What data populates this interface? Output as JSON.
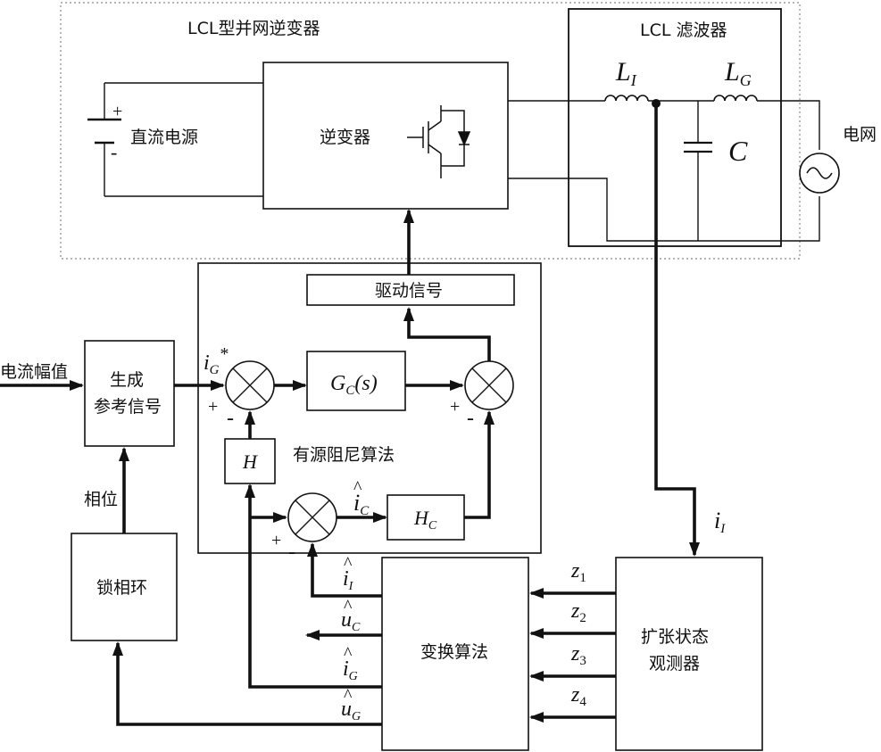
{
  "inverter_region": {
    "title": "LCL型并网逆变器"
  },
  "filter": {
    "title": "LCL 滤波器",
    "inductor_1": "L",
    "inductor_1_sub": "I",
    "inductor_2": "L",
    "inductor_2_sub": "G",
    "capacitor": "C"
  },
  "dc_source": {
    "label": "直流电源",
    "plus": "+",
    "minus": "-"
  },
  "inverter": {
    "label": "逆变器"
  },
  "grid": {
    "label": "电网"
  },
  "drive": {
    "label": "驱动信号"
  },
  "damping": {
    "title": "有源阻尼算法",
    "gc_main": "G",
    "gc_sub": "C",
    "gc_arg": "(s)",
    "h_label": "H",
    "hc_main": "H",
    "hc_sub": "C"
  },
  "reference": {
    "line1": "生成",
    "line2": "参考信号",
    "input_label": "电流幅值"
  },
  "pll": {
    "label": "锁相环",
    "phase_label": "相位"
  },
  "transform": {
    "label": "变换算法"
  },
  "observer": {
    "line1": "扩张状态",
    "line2": "观测器"
  },
  "signals": {
    "ig_ref_main": "i",
    "ig_ref_sub": "G",
    "ig_ref_sup": "*",
    "ii_main": "i",
    "ii_sub": "I",
    "ic_main": "i",
    "ic_sub": "C",
    "t_ii_main": "i",
    "t_ii_sub": "I",
    "t_uc_main": "u",
    "t_uc_sub": "C",
    "t_ig_main": "i",
    "t_ig_sub": "G",
    "t_ug_main": "u",
    "t_ug_sub": "G",
    "z1_main": "z",
    "z1_sub": "1",
    "z2_main": "z",
    "z2_sub": "2",
    "z3_main": "z",
    "z3_sub": "3",
    "z4_main": "z",
    "z4_sub": "4",
    "hat": "^"
  },
  "signs": {
    "plus": "+",
    "minus": "-"
  }
}
